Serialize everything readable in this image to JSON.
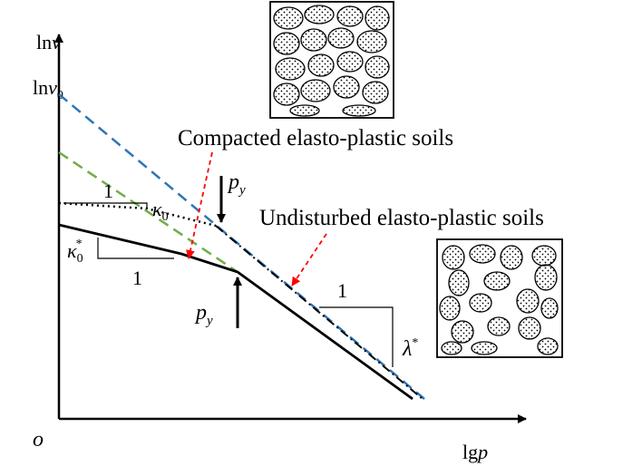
{
  "axes": {
    "y_label": "lnv",
    "y_intercept_label": "lnv0",
    "x_label": "lgp",
    "origin_label": "o"
  },
  "labels": {
    "compacted": "Compacted elasto-plastic soils",
    "undisturbed": "Undisturbed elasto-plastic soils",
    "py_top": "py",
    "py_bottom": "py",
    "one_kappa0": "1",
    "kappa0": "κ0",
    "kappa0_star": "κ0*",
    "one_kappa0_star": "1",
    "one_lambda": "1",
    "lambda_star": "λ*"
  },
  "colors": {
    "blue_dashed": "#2e75b6",
    "green_dashed": "#70ad47",
    "red_arrow": "#ff0000",
    "curve": "#000000"
  },
  "icons": {
    "compacted_soil": "dense-particle-packing-icon",
    "undisturbed_soil": "loose-particle-structure-icon"
  }
}
